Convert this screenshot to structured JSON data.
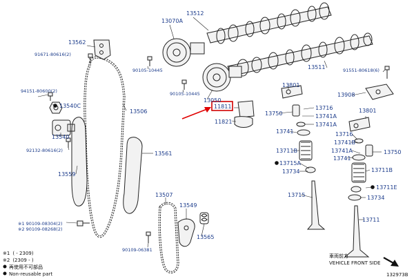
{
  "parts": {
    "p13512": "13512",
    "p13070A": "13070A",
    "p13562": "13562",
    "p91671": "91671-80616",
    "p91671_qty": "(2)",
    "p90105a": "90105-10445",
    "p94151": "94151-80600",
    "p94151_qty": "(2)",
    "p13540C": "13540C",
    "p13511": "13511",
    "p91551": "91551-80618",
    "p91551_qty": "(6)",
    "p90105b": "90105-10445",
    "p13050": "13050",
    "p13801a": "13801",
    "p13908": "13908",
    "p13506": "13506",
    "p11811": "11811",
    "p13750a": "13750",
    "p13716a": "13716",
    "p13741Aa": "13741A",
    "p13741Ab": "13741A",
    "p13801b": "13801",
    "p13540": "13540",
    "p11821": "11821",
    "p13741a": "13741",
    "p92132": "92132-80616",
    "p92132_qty": "(2)",
    "p13716b": "13716",
    "p13741B": "13741B",
    "p13561": "13561",
    "p13711B_a": "13711B",
    "p13741Ac": "13741A",
    "p13750b": "13750",
    "p13715A": "13715A",
    "p13741b": "13741",
    "p13559": "13559",
    "p13734a": "13734",
    "p13711B_b": "13711B",
    "p13711E": "13711E",
    "p13507": "13507",
    "p13715": "13715",
    "p13734b": "13734",
    "p13549": "13549",
    "p90109a": "90109-08304",
    "p90109a_qty": "(2)",
    "p90109a_mark": "※1",
    "p90109b": "90109-08268",
    "p90109b_qty": "(2)",
    "p90109b_mark": "※2",
    "p13711": "13711",
    "p13565": "13565",
    "p90109c": "90109-06381"
  },
  "notes": {
    "n1_mark": "※1",
    "n1_text": "(        -  2309)",
    "n2_mark": "※2",
    "n2_text": "(2309  -      )",
    "n3_text": "再使用不可部品",
    "n4_text": "Non-reusable part",
    "front_jp": "車両前方",
    "front_en": "VEHICLE FRONT SIDE",
    "diagram_id": "132973B"
  },
  "colors": {
    "label": "#1a3a8a",
    "highlight_box": "#d00000",
    "arrow": "#e00000",
    "line": "#222222"
  }
}
